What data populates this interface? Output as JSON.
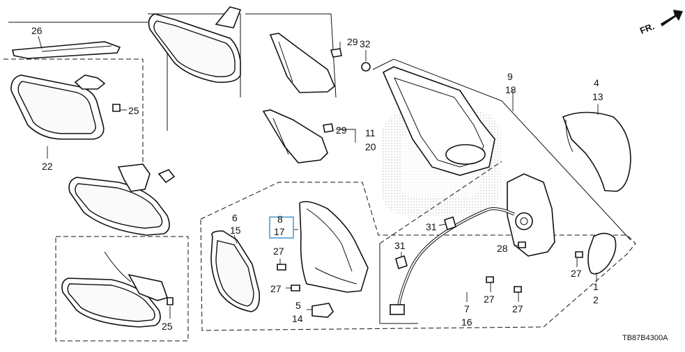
{
  "diagram": {
    "direction_label": "FR.",
    "drawing_code": "TB87B4300A",
    "highlight_color": "#6fb0d8",
    "callouts": {
      "c26": "26",
      "c25a": "25",
      "c22": "22",
      "c29a": "29",
      "c29b": "29",
      "c11": "11",
      "c20": "20",
      "c32": "32",
      "c9": "9",
      "c18": "18",
      "c4": "4",
      "c13": "13",
      "c6": "6",
      "c15": "15",
      "c8": "8",
      "c17": "17",
      "c27a": "27",
      "c27b": "27",
      "c5": "5",
      "c14": "14",
      "c31a": "31",
      "c31b": "31",
      "c28": "28",
      "c27c": "27",
      "c27d": "27",
      "c27e": "27",
      "c7": "7",
      "c16": "16",
      "c1": "1",
      "c2": "2",
      "c25b": "25"
    }
  }
}
